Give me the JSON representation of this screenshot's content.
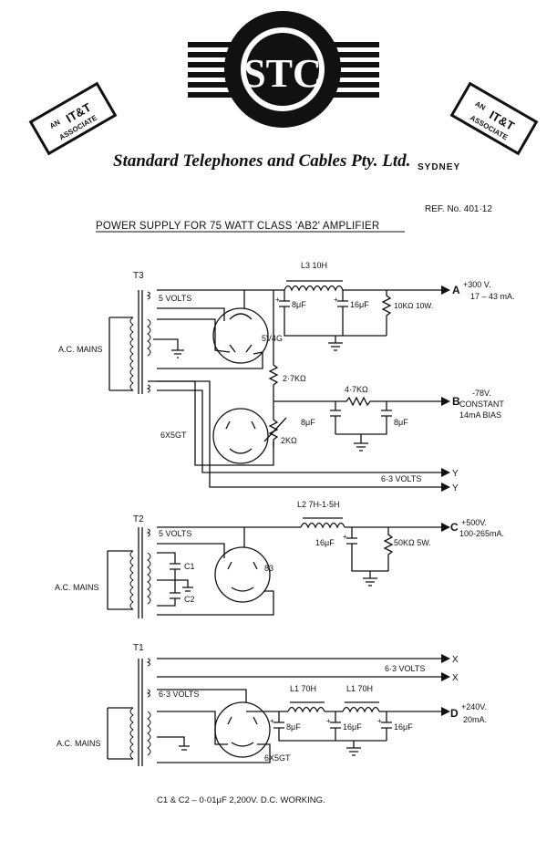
{
  "header": {
    "brand_logo_text": "STC",
    "badge_left": [
      "AN",
      "IT&T",
      "ASSOCIATE"
    ],
    "badge_right": [
      "AN",
      "IT&T",
      "ASSOCIATE"
    ],
    "company": "Standard Telephones and Cables Pty. Ltd.",
    "city": "SYDNEY",
    "ref": "REF. No. 401·12",
    "title": "POWER SUPPLY FOR 75 WATT CLASS 'AB2' AMPLIFIER"
  },
  "supply_t3": {
    "transformer": "T3",
    "winding_5v": "5 VOLTS",
    "mains": "A.C. MAINS",
    "rectifier": "5V4G",
    "choke": "L3  10H",
    "cap1": "8μF",
    "cap2": "16μF",
    "bleeder": "10KΩ 10W.",
    "out_a": "A",
    "out_a_spec": [
      "+300 V.",
      "17 – 43 mA."
    ],
    "r_divider": "2·7KΩ",
    "bias_tube": "6X5GT",
    "pot": "2KΩ",
    "r_bias": "4·7KΩ",
    "cap_b1": "8μF",
    "cap_b2": "8μF",
    "out_b": "B",
    "out_b_spec": [
      "-78V.",
      "CONSTANT",
      "14mA BIAS"
    ],
    "heater": "6·3 VOLTS",
    "out_y": "Y"
  },
  "supply_t2": {
    "transformer": "T2",
    "winding_5v": "5 VOLTS",
    "mains": "A.C. MAINS",
    "c1": "C1",
    "c2": "C2",
    "rectifier": "83",
    "choke": "L2   7H-1·5H",
    "cap": "16μF",
    "bleeder": "50KΩ 5W.",
    "out_c": "C",
    "out_c_spec": [
      "+500V.",
      "100-265mA."
    ]
  },
  "supply_t1": {
    "transformer": "T1",
    "heater": "6·3 VOLTS",
    "out_x": "X",
    "winding": "6·3 VOLTS",
    "mains": "A.C. MAINS",
    "rectifier": "6X5GT",
    "choke1": "L1  70H",
    "choke2": "L1  70H",
    "cap1": "8μF",
    "cap2": "16μF",
    "cap3": "16μF",
    "out_d": "D",
    "out_d_spec": [
      "+240V.",
      "20mA."
    ]
  },
  "footnote": "C1 & C2 – 0·01μF    2,200V.   D.C. WORKING."
}
